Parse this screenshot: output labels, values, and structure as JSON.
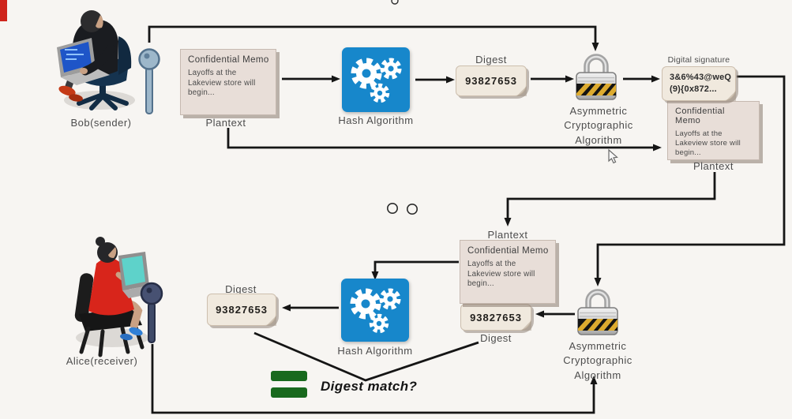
{
  "colors": {
    "background": "#f7f5f2",
    "memo_card": "#e8ded8",
    "digest_card": "#f0e9de",
    "hash_box_blue": "#1787cb",
    "equals_green": "#18691d",
    "line_black": "#151515",
    "red_corner_marker": "#cf241c",
    "bob_key": "#9db7ca",
    "alice_key": "#475172"
  },
  "sender": {
    "actor_label": "Bob(sender)",
    "memo": {
      "title": "Confidential Memo",
      "body": "Layoffs at the Lakeview store will begin...",
      "caption": "Plantext"
    },
    "hash_label": "Hash Algorithm",
    "digest": {
      "label": "Digest",
      "value": "93827653"
    },
    "asym_label": "Asymmetric Cryptographic Algorithm",
    "signature": {
      "label": "Digital signature",
      "line1": "3&6%43@weQ",
      "line2": "(9){0x872..."
    },
    "sent_memo": {
      "title": "Confidential Memo",
      "body": "Layoffs at the Lakeview store will begin...",
      "caption": "Plantext"
    }
  },
  "receiver": {
    "actor_label": "Alice(receiver)",
    "received_memo": {
      "caption": "Plantext",
      "title": "Confidential Memo",
      "body": "Layoffs at the Lakeview store will begin..."
    },
    "received_digest": {
      "value": "93827653",
      "label": "Digest"
    },
    "computed_digest": {
      "label": "Digest",
      "value": "93827653"
    },
    "hash_label": "Hash Algorithm",
    "asym_label": "Asymmetric Cryptographic Algorithm",
    "match_question": "Digest match?"
  }
}
